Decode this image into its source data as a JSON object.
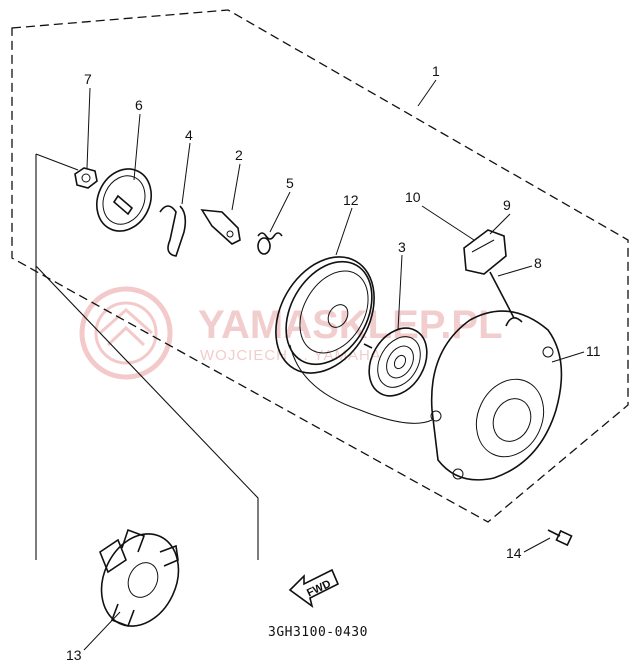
{
  "drawing_code": "3GH3100-0430",
  "direction_label": "FWD",
  "watermark": {
    "brand": "YAMASKLEP.PL",
    "tagline": "WOJCIECH ... YAMAHA"
  },
  "callouts": [
    {
      "id": "c1",
      "label": "1"
    },
    {
      "id": "c2",
      "label": "2"
    },
    {
      "id": "c3",
      "label": "3"
    },
    {
      "id": "c4",
      "label": "4"
    },
    {
      "id": "c5",
      "label": "5"
    },
    {
      "id": "c6",
      "label": "6"
    },
    {
      "id": "c7",
      "label": "7"
    },
    {
      "id": "c8",
      "label": "8"
    },
    {
      "id": "c9",
      "label": "9"
    },
    {
      "id": "c10",
      "label": "10"
    },
    {
      "id": "c11",
      "label": "11"
    },
    {
      "id": "c12",
      "label": "12"
    },
    {
      "id": "c13",
      "label": "13"
    },
    {
      "id": "c14",
      "label": "14"
    }
  ]
}
